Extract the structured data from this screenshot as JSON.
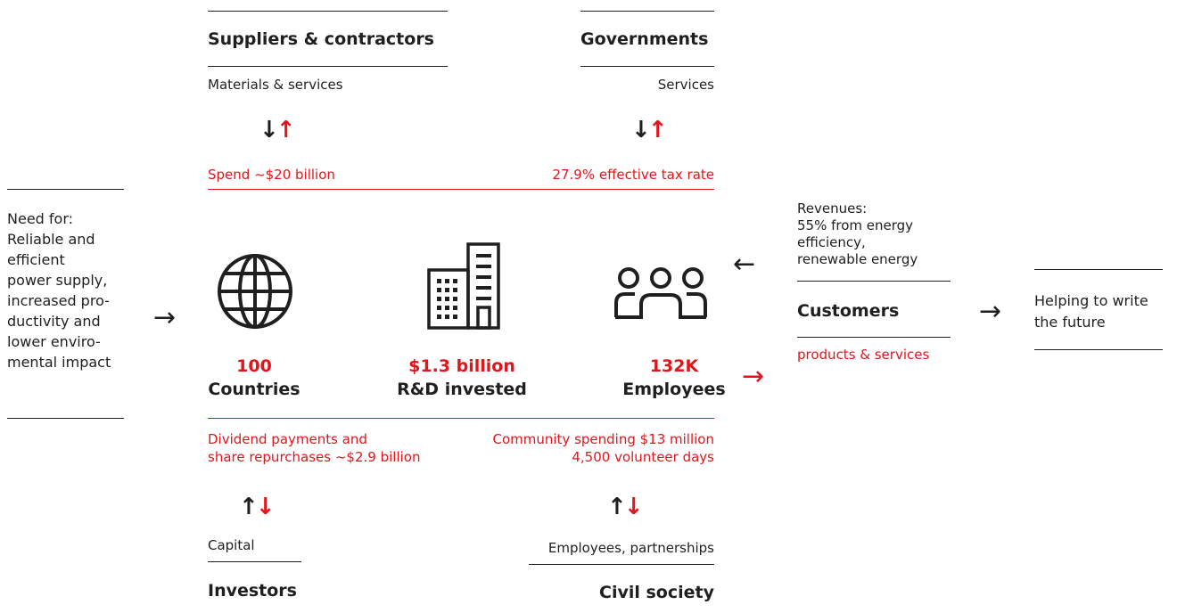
{
  "suppliers": {
    "title": "Suppliers & contractors",
    "provides": "Materials & services",
    "receives": "Spend ~$20 billion"
  },
  "governments": {
    "title": "Governments",
    "provides": "Services",
    "receives": "27.9% effective tax rate"
  },
  "need": {
    "lines": [
      "Need for:",
      "Reliable and",
      "efficient",
      "power supply,",
      "increased pro-",
      "ductivity and",
      "lower enviro-",
      "mental impact"
    ]
  },
  "stats": {
    "countries": {
      "value": "100",
      "label": "Countries"
    },
    "rnd": {
      "value": "$1.3 billion",
      "label": "R&D invested"
    },
    "employees": {
      "value": "132K",
      "label": "Employees"
    }
  },
  "customers": {
    "revenue_lines": [
      "Revenues:",
      "55% from energy",
      "efficiency,",
      "renewable energy"
    ],
    "title": "Customers",
    "products": "products & services"
  },
  "future": {
    "lines": [
      "Helping to write",
      "the future"
    ]
  },
  "investors": {
    "receives_lines": [
      "Dividend payments and",
      "share repurchases ~$2.9 billion"
    ],
    "provides": "Capital",
    "title": "Investors"
  },
  "civil": {
    "receives_lines": [
      "Community spending $13 million",
      "4,500 volunteer days"
    ],
    "provides": "Employees, partnerships",
    "title": "Civil society"
  },
  "glyphs": {
    "down": "↓",
    "up": "↑",
    "right": "→",
    "left": "←"
  },
  "colors": {
    "accent": "#e3151c",
    "text": "#1f1f1f"
  },
  "icons": [
    "globe-icon",
    "building-icon",
    "people-icon"
  ]
}
